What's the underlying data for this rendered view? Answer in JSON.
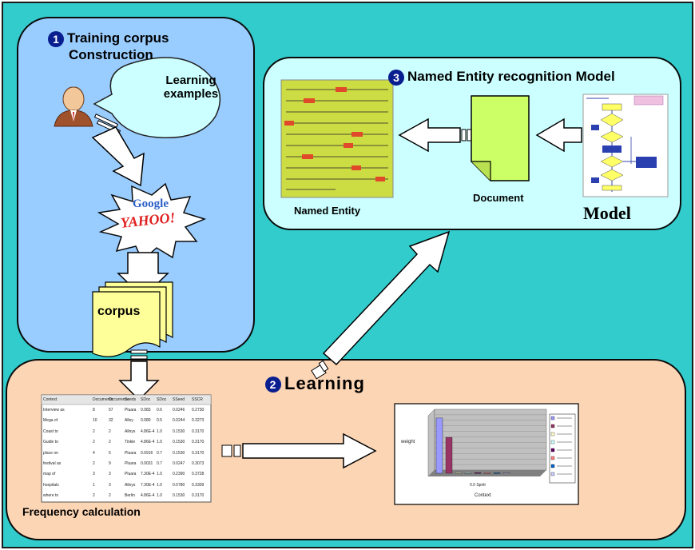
{
  "panel1": {
    "step": "1",
    "title_line1": "Training corpus",
    "title_line2": "Construction"
  },
  "bubble": {
    "line1": "Learning",
    "line2": "examples"
  },
  "search_logos": {
    "google": "Google",
    "yahoo": "YAHOO!"
  },
  "corpus_label": "corpus",
  "panel3": {
    "step": "3",
    "title": "Named Entity recognition Model"
  },
  "ne_caption": "Named Entity",
  "doc_caption": "Document",
  "model_caption": "Model",
  "panel2": {
    "step": "2",
    "title": "Learning"
  },
  "freq_caption": "Frequency calculation",
  "freq_table": {
    "headers": [
      "Context",
      "Documents",
      "Occurrence",
      "Seeds",
      "SDoc",
      "SDoc",
      "SSeed",
      "SSCR"
    ],
    "rows": [
      [
        "Interview as",
        "8",
        "57",
        "Pluara",
        "0.083",
        "0.6",
        "0.0246",
        "0.2730"
      ],
      [
        "Mega of",
        "10",
        "32",
        "Alloy",
        "0.080",
        "0.5",
        "0.0244",
        "0.3273"
      ],
      [
        "Coast to",
        "2",
        "2",
        "Alloys",
        "4.86E-4",
        "1.0",
        "0.1530",
        "0.3170"
      ],
      [
        "Guide to",
        "2",
        "2",
        "Tinkle",
        "4.86E-4",
        "1.0",
        "0.1530",
        "0.3170"
      ],
      [
        "place on",
        "4",
        "5",
        "Pluara",
        "0.0916",
        "0.7",
        "0.1530",
        "0.3170"
      ],
      [
        "festival as",
        "2",
        "9",
        "Pluara",
        "0.0031",
        "0.7",
        "0.0247",
        "0.3073"
      ],
      [
        "map of",
        "3",
        "3",
        "Pluara",
        "7.30E-4",
        "1.0",
        "0.2390",
        "0.3728"
      ],
      [
        "hospitals",
        "1",
        "3",
        "Alloys",
        "7.30E-4",
        "1.0",
        "0.0780",
        "0.3309"
      ],
      [
        "where to",
        "2",
        "2",
        "Berlin",
        "4.86E-4",
        "1.0",
        "0.1530",
        "0.3170"
      ]
    ]
  },
  "mini_chart": {
    "ylabel": "weight",
    "xlabel": "Context",
    "xtick": "0.0 Spirit"
  },
  "colors": {
    "background": "#33cccc",
    "panel1_fill": "#99ccff",
    "panel2_fill": "#fcd5b4",
    "panel3_fill": "#ccffff",
    "document": "#ccff66",
    "corpus": "#ffff99",
    "ne_doc": "#ccdd44",
    "step_badge": "#0a1f8f"
  },
  "chart_data": {
    "type": "bar",
    "categories": [
      "0.0 Spirit"
    ],
    "series": [
      {
        "values": [
          10
        ]
      },
      {
        "values": [
          6.5
        ]
      },
      {
        "values": [
          0.15
        ]
      },
      {
        "values": [
          0.1
        ]
      },
      {
        "values": [
          0.1
        ]
      },
      {
        "values": [
          0.1
        ]
      },
      {
        "values": [
          0.08
        ]
      },
      {
        "values": [
          0.05
        ]
      }
    ],
    "xlabel": "Context",
    "ylabel": "weight",
    "ylim": [
      0,
      11
    ],
    "legend": "right",
    "colors": [
      "#9999ff",
      "#993366",
      "#ffffcc",
      "#ccffff",
      "#660066",
      "#ff8080",
      "#0066cc",
      "#ccccff"
    ]
  }
}
